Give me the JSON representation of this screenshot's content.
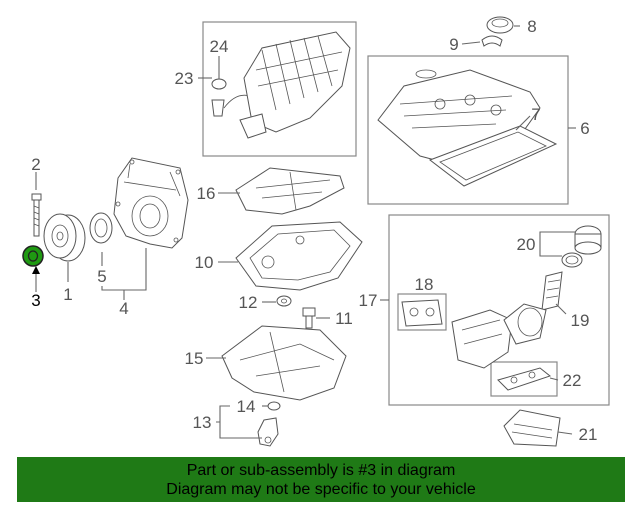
{
  "diagram": {
    "callouts": [
      "1",
      "3",
      "4",
      "5",
      "2",
      "6",
      "7",
      "8",
      "9",
      "10",
      "11",
      "12",
      "13",
      "14",
      "15",
      "16",
      "17",
      "18",
      "19",
      "20",
      "21",
      "22",
      "23",
      "24"
    ],
    "highlight_callout": "3",
    "highlight_color": "#1f9a12"
  },
  "banner": {
    "line1": "Part or sub-assembly is #3 in diagram",
    "line2": "Diagram may not be specific to your vehicle",
    "background": "#1f7a16"
  }
}
